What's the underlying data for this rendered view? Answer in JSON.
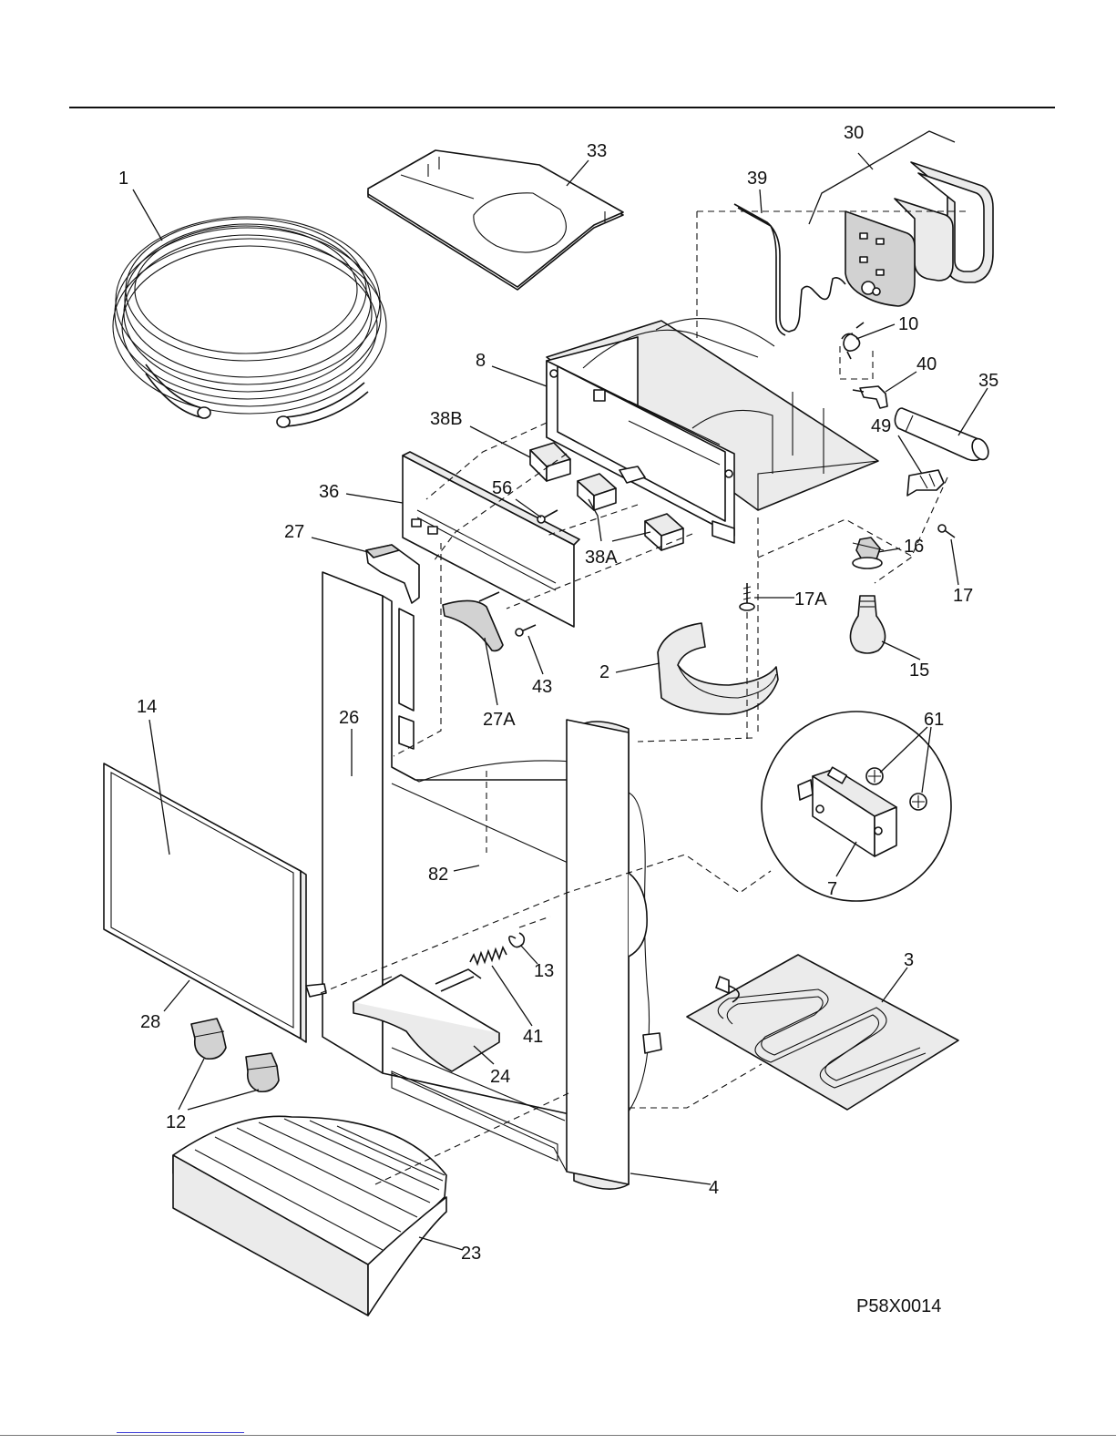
{
  "diagram_code": "P58X0014",
  "labels": {
    "l1": "1",
    "l33": "33",
    "l30": "30",
    "l39": "39",
    "l10": "10",
    "l40": "40",
    "l35": "35",
    "l8": "8",
    "l38B": "38B",
    "l49": "49",
    "l36": "36",
    "l56": "56",
    "l27": "27",
    "l38A": "38A",
    "l16": "16",
    "l17": "17",
    "l17A": "17A",
    "l43": "43",
    "l2": "2",
    "l15": "15",
    "l14": "14",
    "l26": "26",
    "l27A": "27A",
    "l61": "61",
    "l82": "82",
    "l7": "7",
    "l13": "13",
    "l3": "3",
    "l28": "28",
    "l41": "41",
    "l12": "12",
    "l24": "24",
    "l4": "4",
    "l23": "23"
  }
}
